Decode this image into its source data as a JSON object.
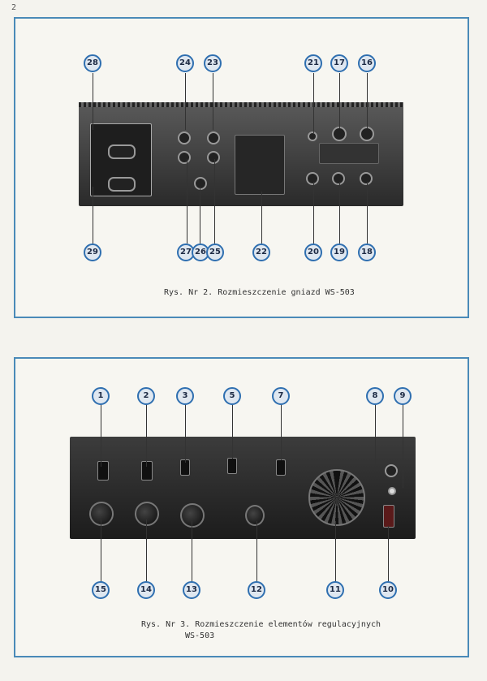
{
  "page_number": "2",
  "figure2": {
    "caption": "Rys. Nr 2. Rozmieszczenie gniazd WS-503",
    "callouts": [
      "28",
      "24",
      "23",
      "21",
      "17",
      "16",
      "29",
      "27",
      "26",
      "25",
      "22",
      "20",
      "19",
      "18"
    ]
  },
  "figure3": {
    "caption_line1": "Rys. Nr 3. Rozmieszczenie elementów regulacyjnych",
    "caption_line2": "WS-503",
    "callouts": [
      "1",
      "2",
      "3",
      "5",
      "7",
      "8",
      "9",
      "15",
      "14",
      "13",
      "12",
      "11",
      "10"
    ]
  },
  "colors": {
    "frame": "#4a8ab8",
    "callout_ring": "#2f6fb0",
    "device": "#3a3a3a"
  }
}
